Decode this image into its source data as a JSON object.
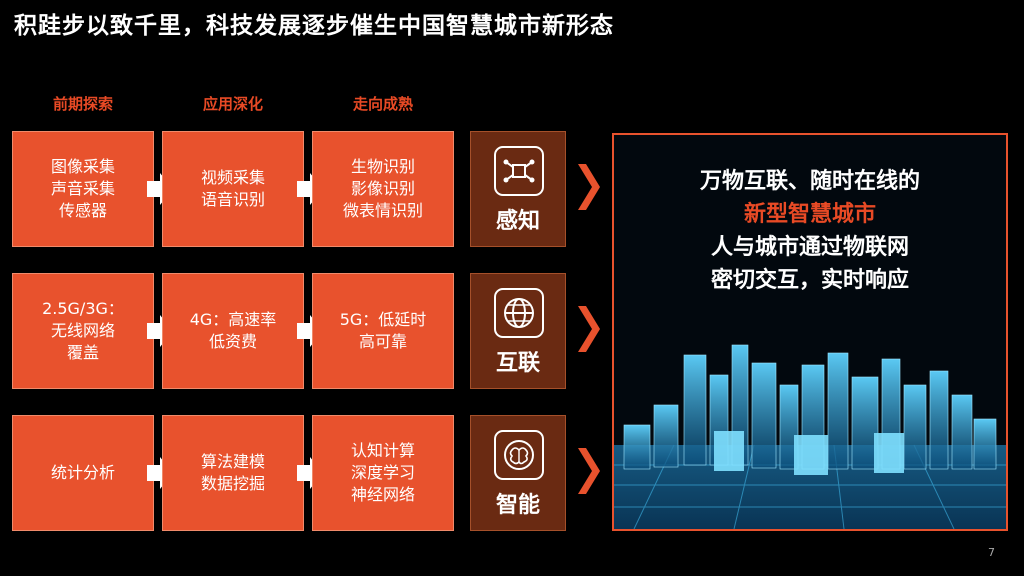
{
  "title": "积跬步以致千里，科技发展逐步催生中国智慧城市新形态",
  "phases": [
    "前期探索",
    "应用深化",
    "走向成熟"
  ],
  "rows": [
    {
      "cells": [
        "图像采集\n声音采集\n传感器",
        "视频采集\n语音识别",
        "生物识别\n影像识别\n微表情识别"
      ],
      "category": "感知",
      "icon": "circuit-chip-icon"
    },
    {
      "cells": [
        "2.5G/3G：\n无线网络\n覆盖",
        "4G：高速率\n低资费",
        "5G：低延时\n高可靠"
      ],
      "category": "互联",
      "icon": "globe-icon"
    },
    {
      "cells": [
        "统计分析",
        "算法建模\n数据挖掘",
        "认知计算\n深度学习\n神经网络"
      ],
      "category": "智能",
      "icon": "brain-icon"
    }
  ],
  "panel": {
    "line1": "万物互联、随时在线的",
    "highlight": "新型智慧城市",
    "line3": "人与城市通过物联网",
    "line4": "密切交互，实时响应",
    "highlight_color": "#e84a25",
    "image": "glowing-city-illustration"
  },
  "page_number": "7",
  "colors": {
    "box": "#e8522d",
    "category_box": "#6a2a12",
    "accent": "#e84a25"
  }
}
